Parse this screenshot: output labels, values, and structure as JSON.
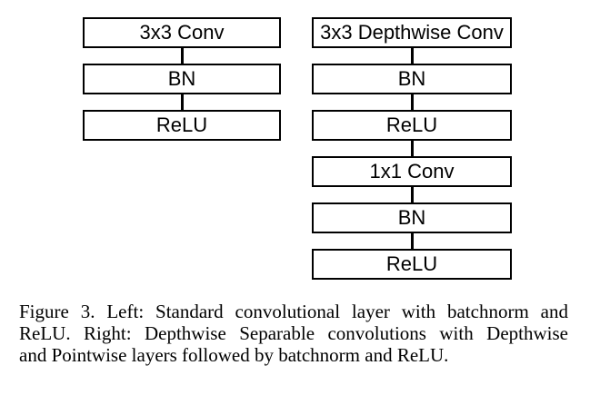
{
  "figure": {
    "left_diagram": {
      "blocks": [
        "3x3 Conv",
        "BN",
        "ReLU"
      ]
    },
    "right_diagram": {
      "blocks": [
        "3x3 Depthwise Conv",
        "BN",
        "ReLU",
        "1x1 Conv",
        "BN",
        "ReLU"
      ]
    }
  },
  "caption": {
    "lines": [
      "Figure 3. Left: Standard convolutional layer with batchnorm and",
      "ReLU. Right: Depthwise Separable convolutions with Depthwise",
      "and Pointwise layers followed by batchnorm and ReLU."
    ]
  },
  "colors": {
    "background": "#ffffff",
    "line": "#000000",
    "text": "#000000"
  }
}
